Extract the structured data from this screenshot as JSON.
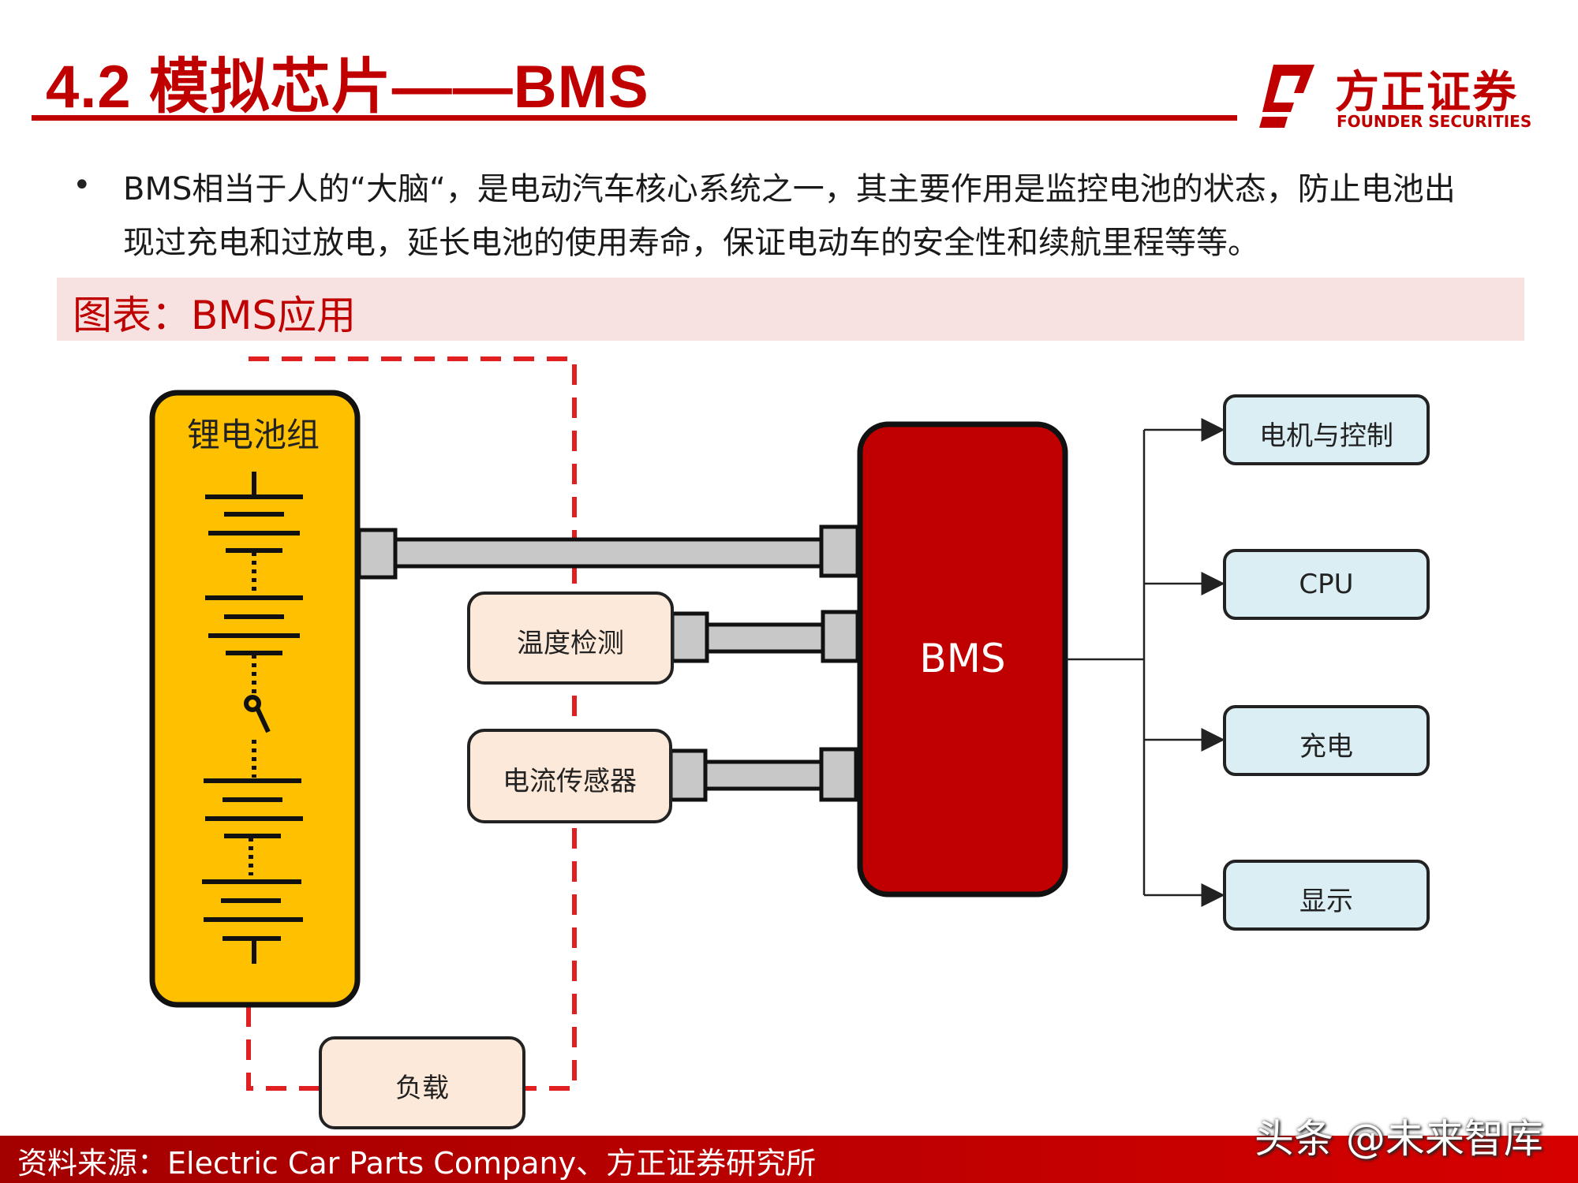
{
  "header": {
    "title": "4.2 模拟芯片——BMS",
    "logo_cn": "方正证券",
    "logo_en": "FOUNDER SECURITIES"
  },
  "bullet": {
    "marker": "•",
    "text": "BMS相当于人的“大脑“，是电动汽车核心系统之一，其主要作用是监控电池的状态，防止电池出现过充电和过放电，延长电池的使用寿命，保证电动车的安全性和续航里程等等。"
  },
  "caption": "图表：BMS应用",
  "diagram": {
    "battery_label": "锂电池组",
    "bms_label": "BMS",
    "temp_sensor": "温度检测",
    "current_sensor": "电流传感器",
    "load": "负载",
    "outputs": [
      "电机与控制",
      "CPU",
      "充电",
      "显示"
    ]
  },
  "footer": {
    "source": "资料来源：Electric Car Parts Company、方正证券研究所",
    "watermark": "头条 @未来智库"
  },
  "colors": {
    "brand_red": "#c00000",
    "battery_fill": "#ffc000",
    "bms_fill": "#c00000",
    "sensor_fill": "#fde9d9",
    "output_fill": "#daeef3",
    "connector_gray": "#c8c8c8"
  }
}
